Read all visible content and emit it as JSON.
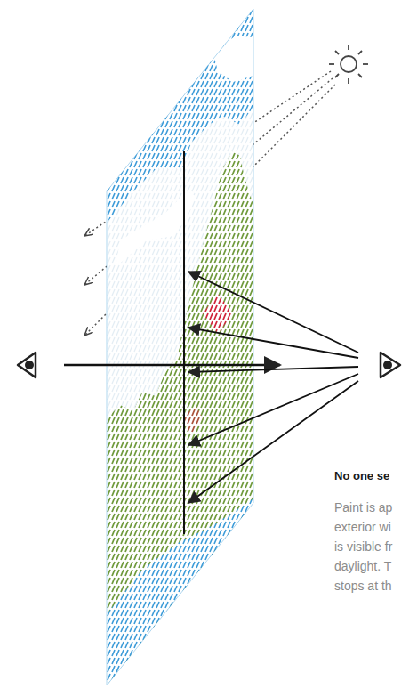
{
  "diagram": {
    "labels": [
      "No one se",
      "Paint is ap",
      "exterior wi",
      "is visible fr",
      "daylight. T",
      "stops at th"
    ]
  }
}
